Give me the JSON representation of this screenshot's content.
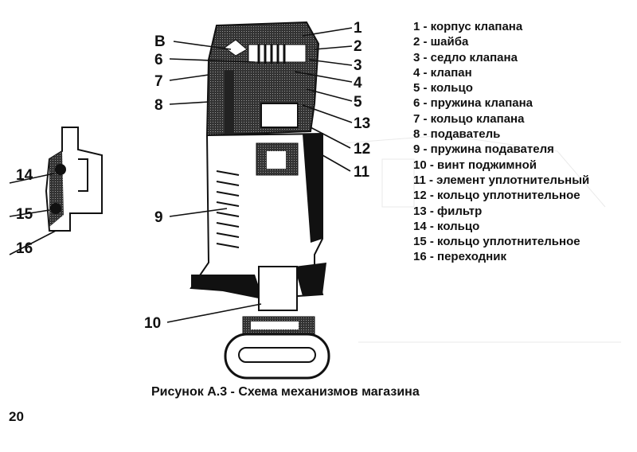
{
  "figure": {
    "labels": {
      "l1": "1",
      "l2": "2",
      "l3": "3",
      "l4": "4",
      "l5": "5",
      "l6": "6",
      "l7": "7",
      "l8": "8",
      "l9": "9",
      "l10": "10",
      "l11": "11",
      "l12": "12",
      "l13": "13",
      "l14": "14",
      "l15": "15",
      "l16": "16",
      "lB": "В"
    },
    "legend": [
      "1 - корпус клапана",
      "2 - шайба",
      "3 - седло клапана",
      "4 - клапан",
      "5 - кольцо",
      "6 - пружина клапана",
      "7 - кольцо клапана",
      "8 - подаватель",
      "9 - пружина подавателя",
      "10 - винт поджимной",
      "11 - элемент уплотнительный",
      "12 - кольцо уплотнительное",
      "13 - фильтр",
      "14 - кольцо",
      "15 - кольцо уплотнительное",
      "16 - переходник"
    ],
    "caption": "Рисунок А.3 - Схема механизмов магазина"
  },
  "page_number": "20"
}
